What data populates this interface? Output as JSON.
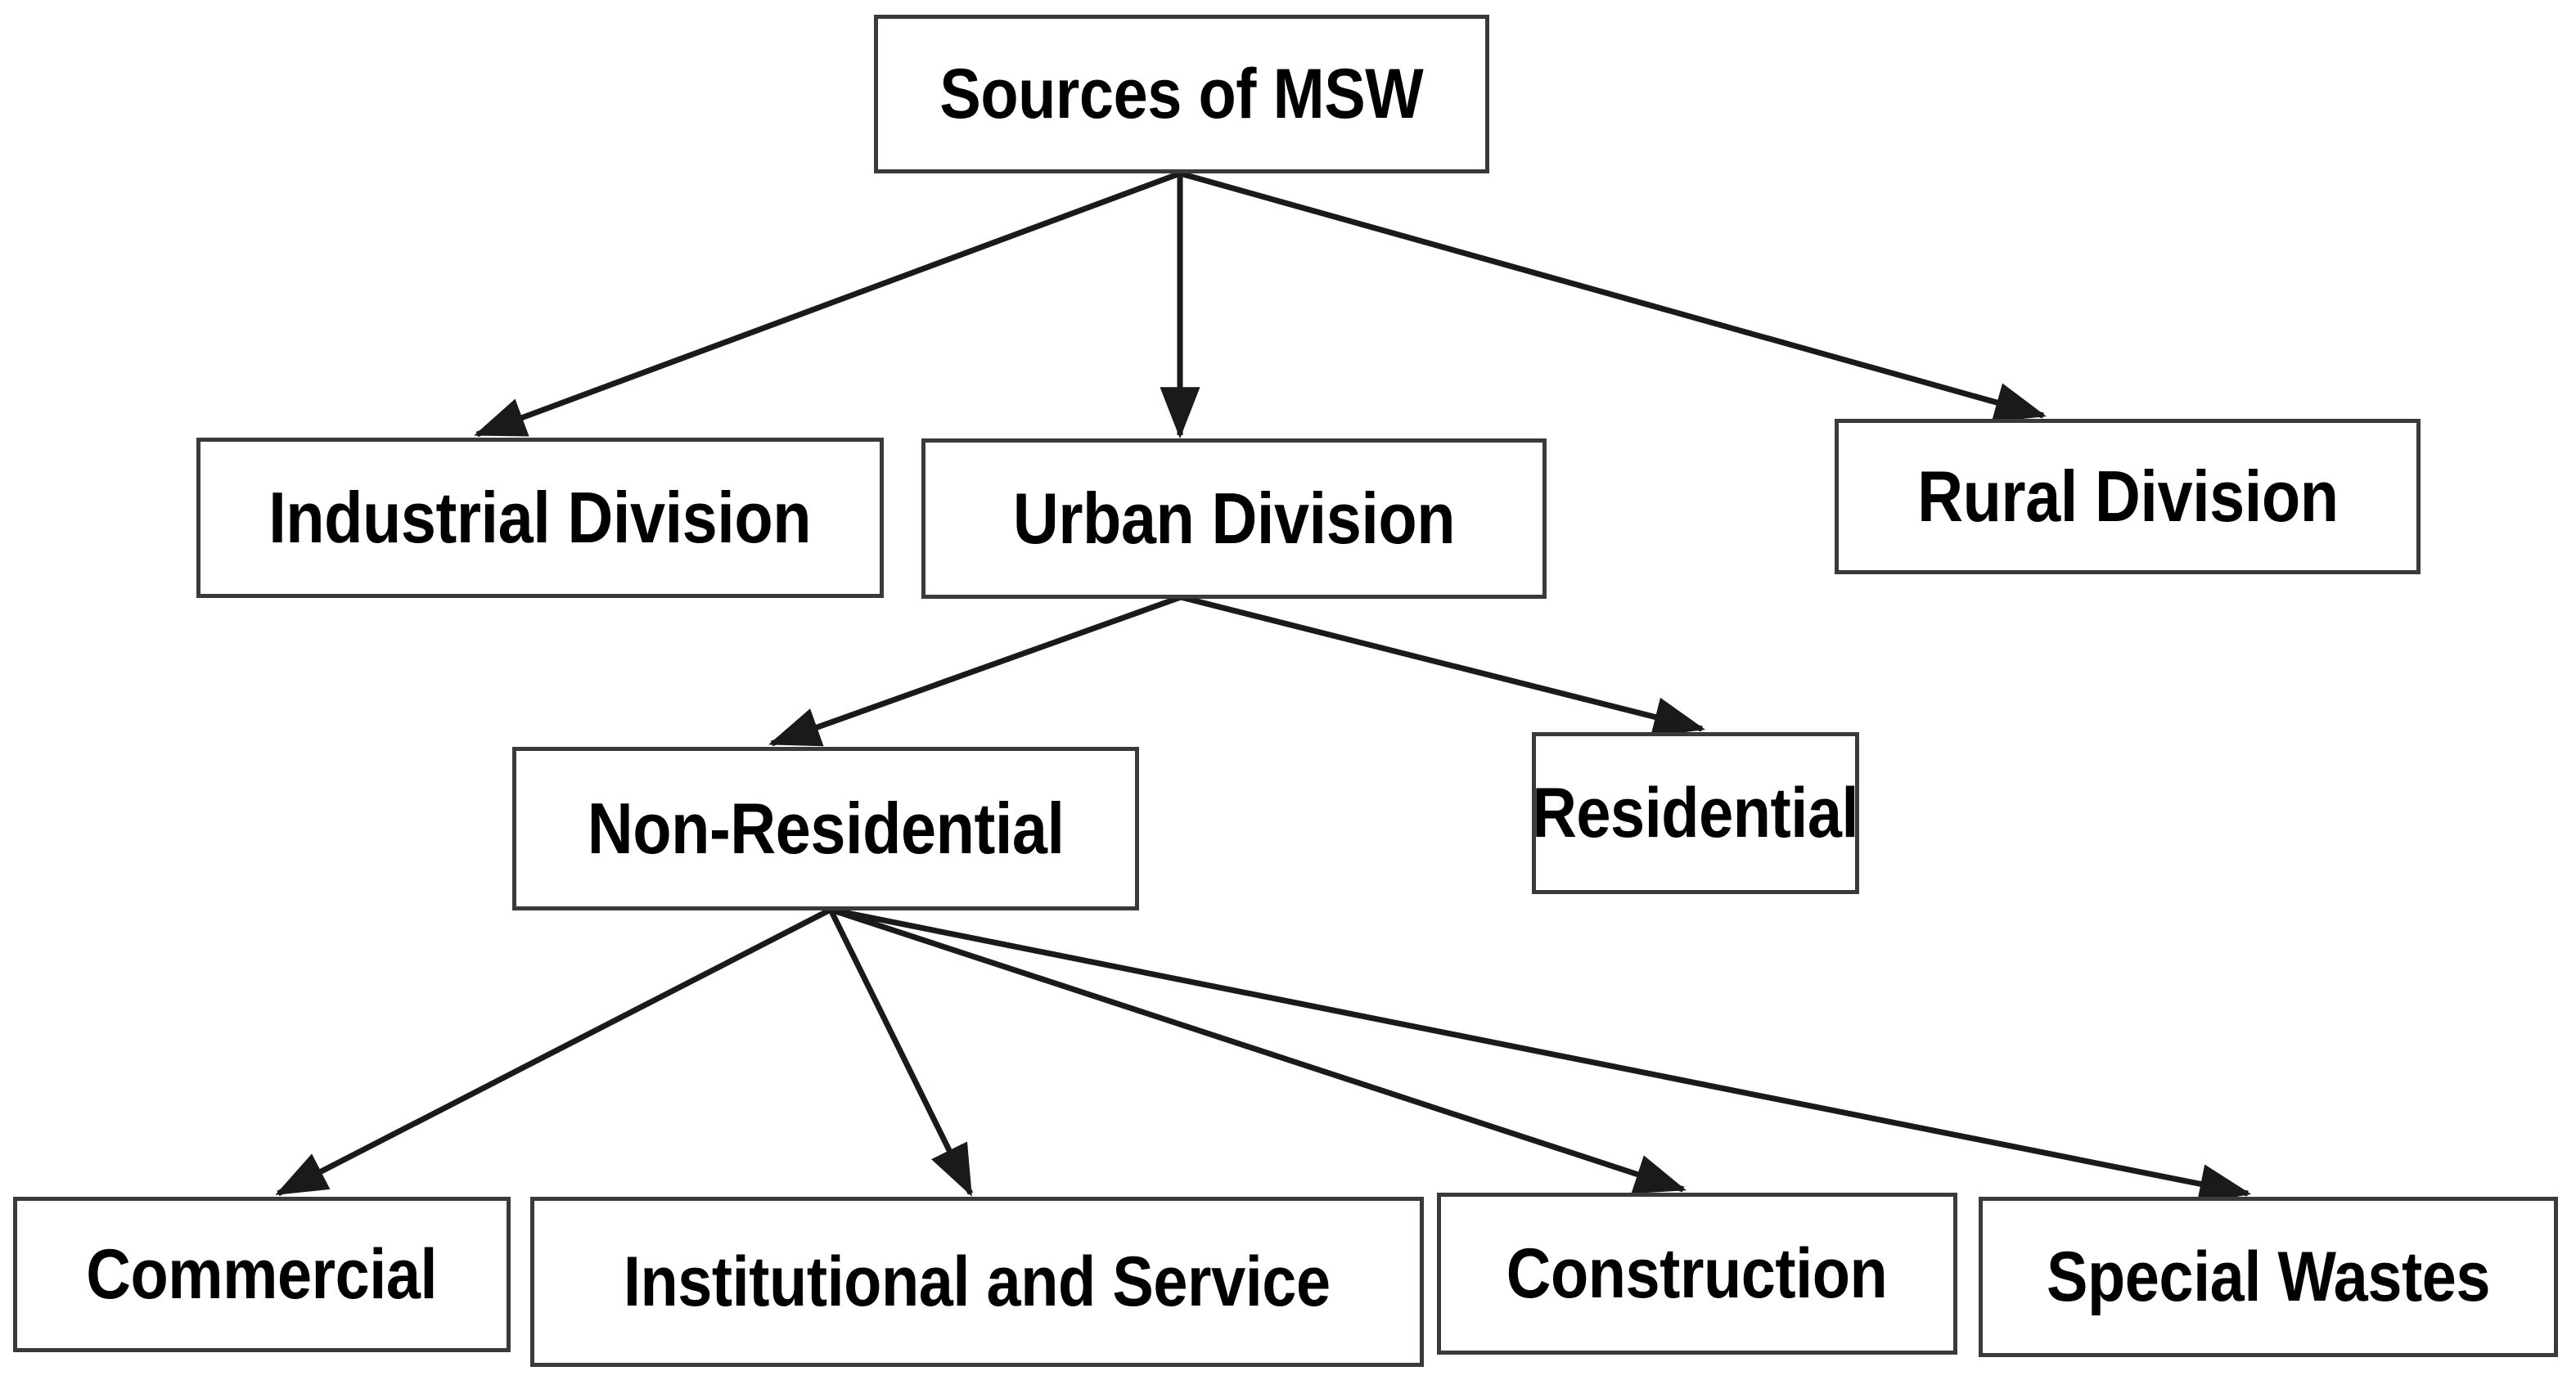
{
  "diagram": {
    "type": "flowchart",
    "orientation": "top-down",
    "title_node": "Sources of MSW",
    "style": {
      "box_fill": "#ffffff",
      "box_border": "#3a3a3a",
      "edge_color": "#1a1a1a",
      "text_color": "#000000",
      "background": "#ffffff"
    },
    "levels": [
      {
        "level": 1,
        "nodes": [
          {
            "id": "root",
            "label": "Sources of MSW"
          }
        ]
      },
      {
        "level": 2,
        "nodes": [
          {
            "id": "industrial",
            "label": "Industrial Division"
          },
          {
            "id": "urban",
            "label": "Urban Division"
          },
          {
            "id": "rural",
            "label": "Rural Division"
          }
        ]
      },
      {
        "level": 3,
        "nodes": [
          {
            "id": "nonres",
            "label": "Non-Residential"
          },
          {
            "id": "res",
            "label": "Residential"
          }
        ]
      },
      {
        "level": 4,
        "nodes": [
          {
            "id": "commercial",
            "label": "Commercial"
          },
          {
            "id": "institutional",
            "label": "Institutional and Service"
          },
          {
            "id": "construction",
            "label": "Construction"
          },
          {
            "id": "special",
            "label": "Special Wastes"
          }
        ]
      }
    ],
    "edges": [
      {
        "from": "root",
        "to": "industrial",
        "arrow": "single"
      },
      {
        "from": "root",
        "to": "urban",
        "arrow": "single"
      },
      {
        "from": "root",
        "to": "rural",
        "arrow": "single"
      },
      {
        "from": "urban",
        "to": "nonres",
        "arrow": "single"
      },
      {
        "from": "urban",
        "to": "res",
        "arrow": "single"
      },
      {
        "from": "nonres",
        "to": "commercial",
        "arrow": "single"
      },
      {
        "from": "nonres",
        "to": "institutional",
        "arrow": "single"
      },
      {
        "from": "nonres",
        "to": "construction",
        "arrow": "single"
      },
      {
        "from": "nonres",
        "to": "special",
        "arrow": "single"
      }
    ]
  }
}
